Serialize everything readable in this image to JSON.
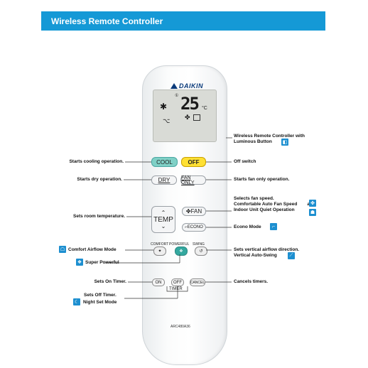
{
  "colors": {
    "header": "#1599d6",
    "cool": "#7fd0c6",
    "off": "#ffe033",
    "icon": "#1d8fd0"
  },
  "header": {
    "title": "Wireless Remote Controller"
  },
  "remote": {
    "logo": "DAIKIN",
    "lcd": {
      "temp": "25",
      "unit": "°C"
    },
    "buttons": {
      "cool": "COOL",
      "off": "OFF",
      "dry": "DRY",
      "fan_only": "FAN ONLY",
      "temp": "TEMP",
      "fan": "FAN",
      "econo": "ECONO",
      "comfort": "COMFORT",
      "powerful": "POWERFUL",
      "swing": "SWING",
      "on": "ON",
      "timer_off": "OFF",
      "cancel": "CANCEL",
      "timer": "TIMER"
    },
    "model": "ARC480A36"
  },
  "labels": {
    "wireless": "Wireless Remote Controller with\nLuminous Button",
    "cooling": "Starts cooling operation.",
    "off_switch": "Off switch",
    "dry": "Starts dry operation.",
    "fan_only": "Starts fan only operation.",
    "fan_speed": "Selects fan speed.\nComfortable Auto Fan Speed      and\nIndoor Unit Quiet Operation",
    "room_temp": "Sets room temperature.",
    "econo": "Econo Mode",
    "comfort": "Comfort Airflow Mode",
    "powerful": "Super Powerful",
    "swing": "Sets vertical airflow direction.\nVertical Auto-Swing",
    "on_timer": "Sets On Timer.",
    "cancel": "Cancels timers.",
    "off_timer": "Sets Off Timer.\nNight Set Mode"
  }
}
